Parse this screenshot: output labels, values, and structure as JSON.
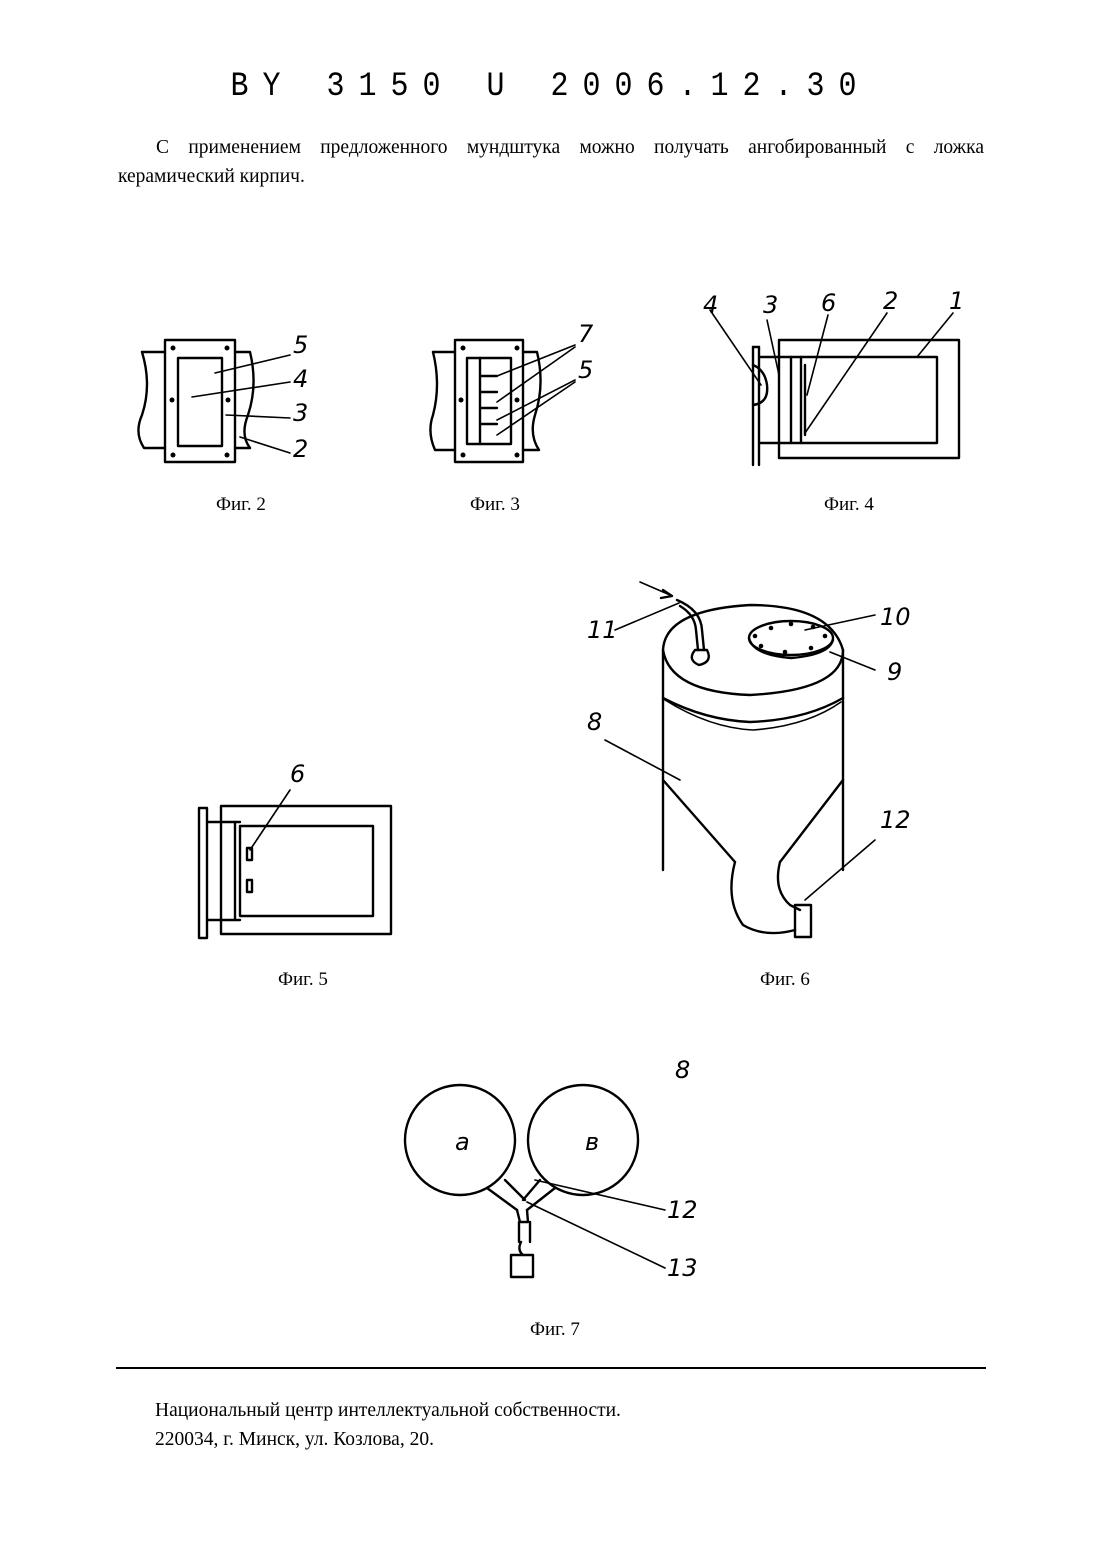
{
  "header": {
    "doc_id": "BY 3150 U 2006.12.30"
  },
  "paragraph": {
    "text": "С применением предложенного мундштука можно получать ангобированный с ложка керамический кирпич."
  },
  "figures": {
    "fig2": {
      "caption": "Фиг. 2",
      "labels": [
        "5",
        "4",
        "3",
        "2"
      ]
    },
    "fig3": {
      "caption": "Фиг. 3",
      "labels": [
        "7",
        "5"
      ]
    },
    "fig4": {
      "caption": "Фиг. 4",
      "labels": [
        "4",
        "3",
        "6",
        "2",
        "1"
      ]
    },
    "fig5": {
      "caption": "Фиг. 5",
      "labels": [
        "6"
      ]
    },
    "fig6": {
      "caption": "Фиг. 6",
      "labels": [
        "11",
        "10",
        "9",
        "8",
        "12"
      ]
    },
    "fig7": {
      "caption": "Фиг. 7",
      "labels": [
        "8",
        "a",
        "в",
        "12",
        "13"
      ]
    }
  },
  "footer": {
    "line1": "Национальный центр интеллектуальной собственности.",
    "line2": "220034, г. Минск, ул. Козлова, 20."
  }
}
